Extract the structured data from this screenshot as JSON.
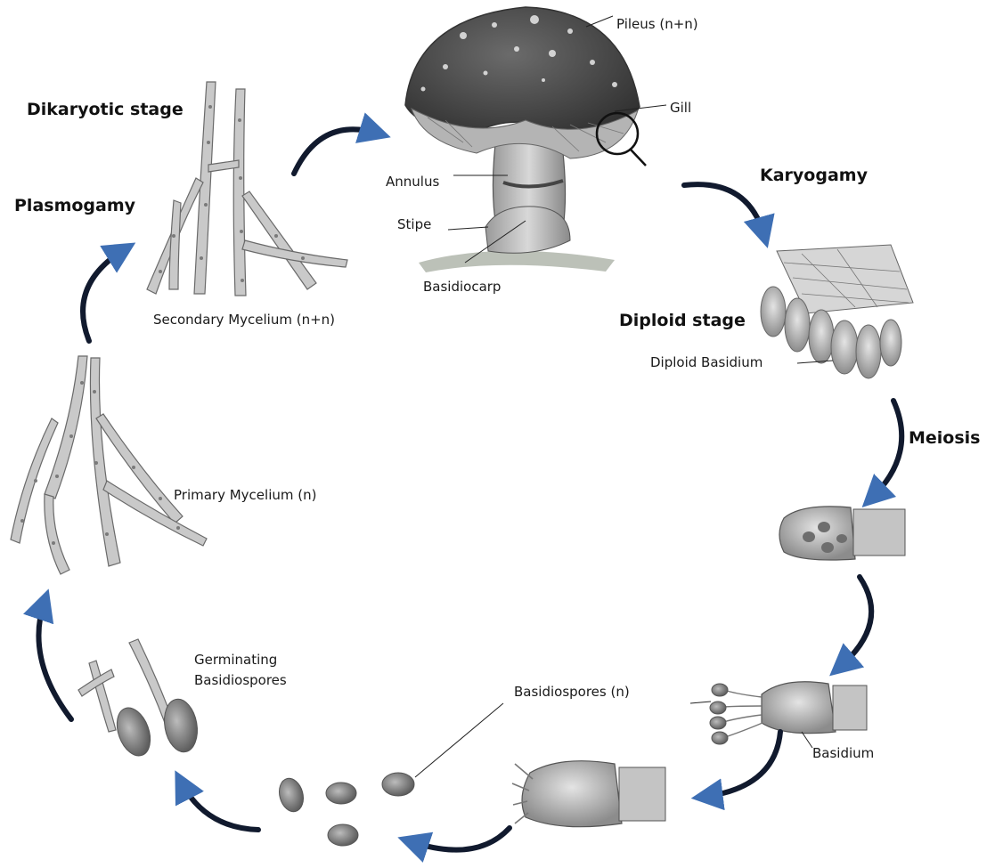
{
  "diagram": {
    "stages": {
      "dikaryotic": "Dikaryotic stage",
      "plasmogamy": "Plasmogamy",
      "karyogamy": "Karyogamy",
      "diploid": "Diploid stage",
      "meiosis": "Meiosis"
    },
    "labels": {
      "pileus": "Pileus (n+n)",
      "gill": "Gill",
      "annulus": "Annulus",
      "stipe": "Stipe",
      "basidiocarp": "Basidiocarp",
      "secondary_mycelium": "Secondary Mycelium (n+n)",
      "diploid_basidium": "Diploid Basidium",
      "primary_mycelium": "Primary Mycelium (n)",
      "germinating_basidiospores": "Germinating\nBasidiospores",
      "basidiospores": "Basidiospores (n)",
      "basidium": "Basidium"
    },
    "colors": {
      "arrow": "#111a2e",
      "arrow_accent": "#3e6fb4",
      "cap": "#4a4a4a",
      "hypha_fill": "#c9c9c9",
      "hypha_stroke": "#6a6a6a",
      "spore": "#8a8a8a"
    }
  }
}
